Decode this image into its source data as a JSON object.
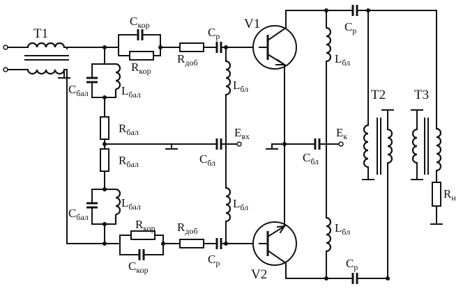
{
  "labels": {
    "T1": "T1",
    "T2": "T2",
    "T3": "T3",
    "V1": "V1",
    "V2": "V2",
    "C_kor": {
      "main": "C",
      "sub": "кор"
    },
    "R_kor": {
      "main": "R",
      "sub": "кор"
    },
    "R_dob": {
      "main": "R",
      "sub": "доб"
    },
    "C_r": {
      "main": "C",
      "sub": "р"
    },
    "C_bal": {
      "main": "C",
      "sub": "бал"
    },
    "L_bal": {
      "main": "L",
      "sub": "бал"
    },
    "R_bal": {
      "main": "R",
      "sub": "бал"
    },
    "L_bl": {
      "main": "L",
      "sub": "бл"
    },
    "C_bl": {
      "main": "C",
      "sub": "бл"
    },
    "E_vx": {
      "main": "E",
      "sub": "вх"
    },
    "E_k": {
      "main": "E",
      "sub": "к"
    },
    "R_n": {
      "main": "R",
      "sub": "н"
    }
  }
}
